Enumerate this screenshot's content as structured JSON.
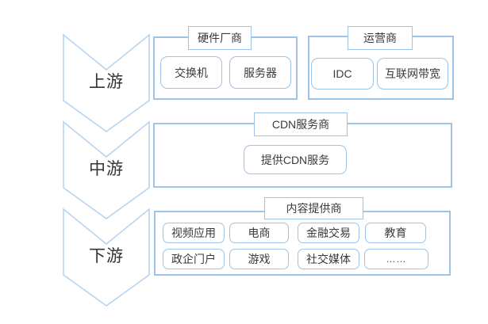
{
  "stages": [
    {
      "label": "上游"
    },
    {
      "label": "中游"
    },
    {
      "label": "下游"
    }
  ],
  "groups": {
    "hardware": {
      "title": "硬件厂商",
      "items": [
        {
          "label": "交换机"
        },
        {
          "label": "服务器"
        }
      ]
    },
    "carriers": {
      "title": "运营商",
      "items": [
        {
          "label": "IDC"
        },
        {
          "label": "互联网带宽"
        }
      ]
    },
    "cdn": {
      "title": "CDN服务商",
      "items": [
        {
          "label": "提供CDN服务"
        }
      ]
    },
    "content": {
      "title": "内容提供商",
      "items": [
        {
          "label": "视频应用"
        },
        {
          "label": "电商"
        },
        {
          "label": "金融交易"
        },
        {
          "label": "教育"
        },
        {
          "label": "政企门户"
        },
        {
          "label": "游戏"
        },
        {
          "label": "社交媒体"
        },
        {
          "label": "……"
        }
      ]
    }
  },
  "colors": {
    "box_border": "#9dc3e6",
    "chevron_stroke": "#b7d3f0",
    "text": "#3a3a3a",
    "background": "#ffffff"
  }
}
